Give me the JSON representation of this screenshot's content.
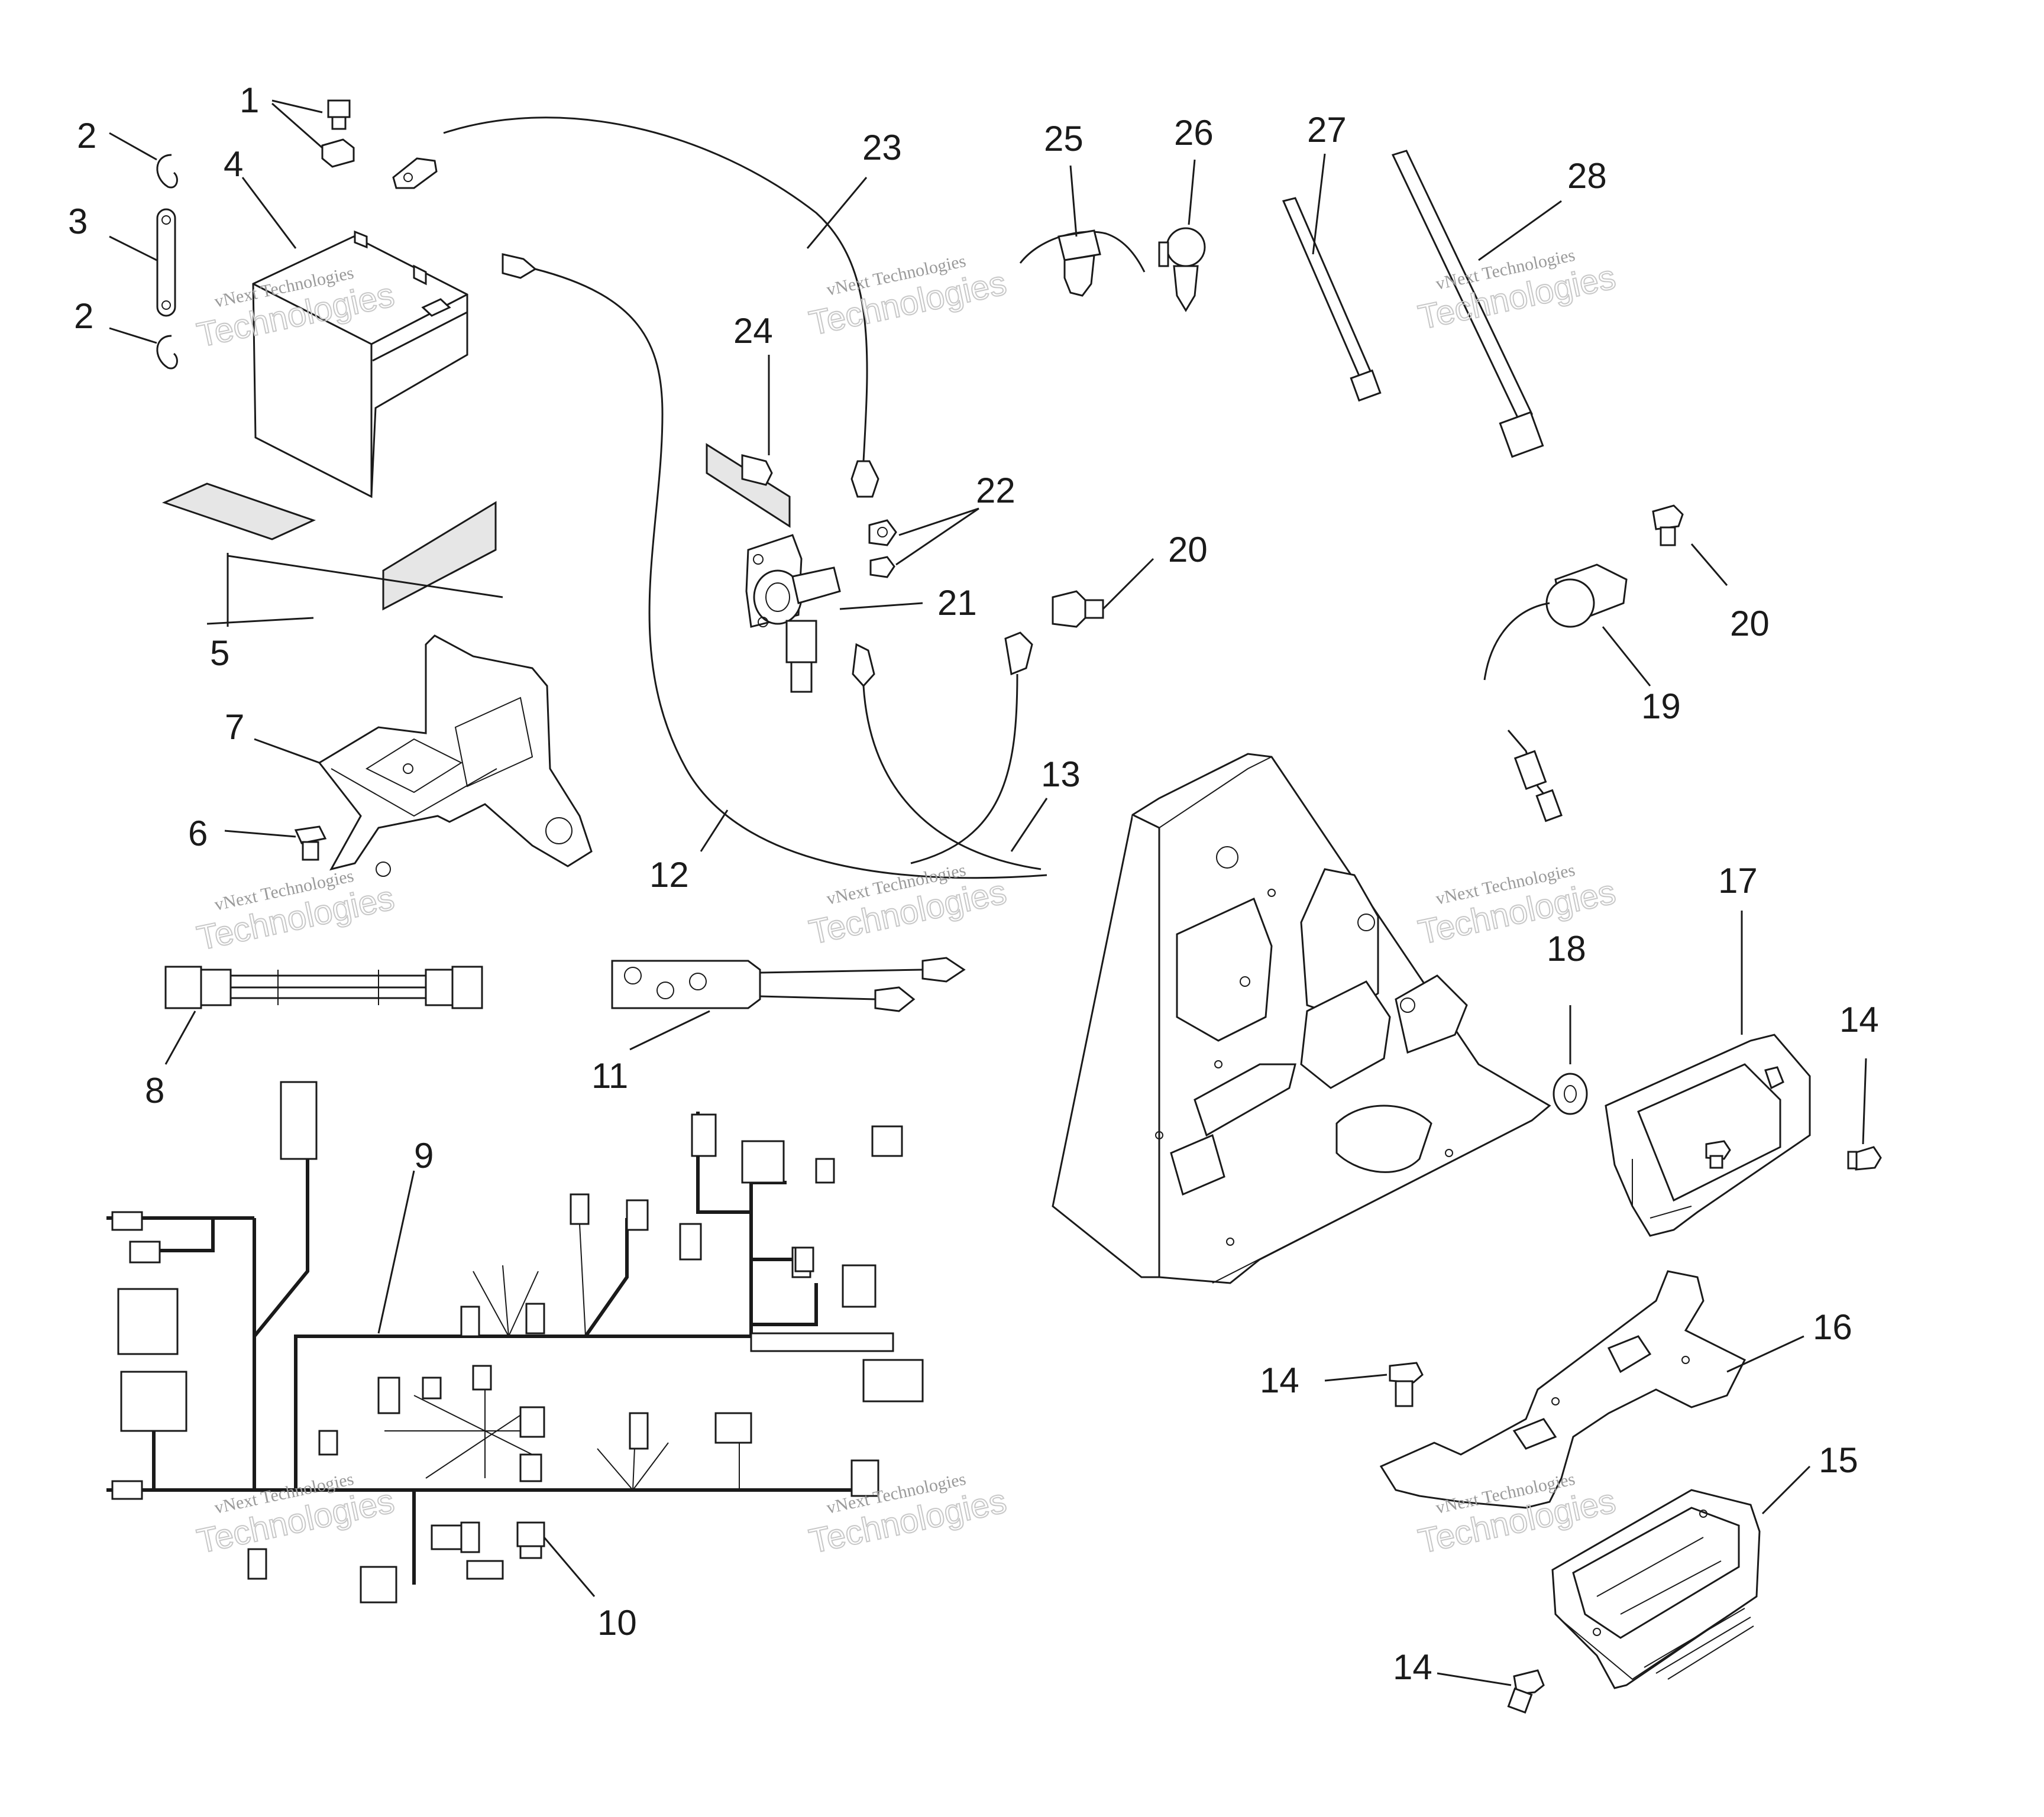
{
  "watermark": {
    "line1": "vNext Technologies",
    "line2": "Technologies"
  },
  "callouts": [
    {
      "id": "1",
      "label": "1"
    },
    {
      "id": "2a",
      "label": "2"
    },
    {
      "id": "2b",
      "label": "2"
    },
    {
      "id": "3",
      "label": "3"
    },
    {
      "id": "4",
      "label": "4"
    },
    {
      "id": "5",
      "label": "5"
    },
    {
      "id": "6",
      "label": "6"
    },
    {
      "id": "7",
      "label": "7"
    },
    {
      "id": "8",
      "label": "8"
    },
    {
      "id": "9",
      "label": "9"
    },
    {
      "id": "10",
      "label": "10"
    },
    {
      "id": "11",
      "label": "11"
    },
    {
      "id": "12",
      "label": "12"
    },
    {
      "id": "13",
      "label": "13"
    },
    {
      "id": "14a",
      "label": "14"
    },
    {
      "id": "14b",
      "label": "14"
    },
    {
      "id": "14c",
      "label": "14"
    },
    {
      "id": "15",
      "label": "15"
    },
    {
      "id": "16",
      "label": "16"
    },
    {
      "id": "17",
      "label": "17"
    },
    {
      "id": "18",
      "label": "18"
    },
    {
      "id": "19",
      "label": "19"
    },
    {
      "id": "20a",
      "label": "20"
    },
    {
      "id": "20b",
      "label": "20"
    },
    {
      "id": "21",
      "label": "21"
    },
    {
      "id": "22",
      "label": "22"
    },
    {
      "id": "23",
      "label": "23"
    },
    {
      "id": "24",
      "label": "24"
    },
    {
      "id": "25",
      "label": "25"
    },
    {
      "id": "26",
      "label": "26"
    },
    {
      "id": "27",
      "label": "27"
    },
    {
      "id": "28",
      "label": "28"
    }
  ]
}
